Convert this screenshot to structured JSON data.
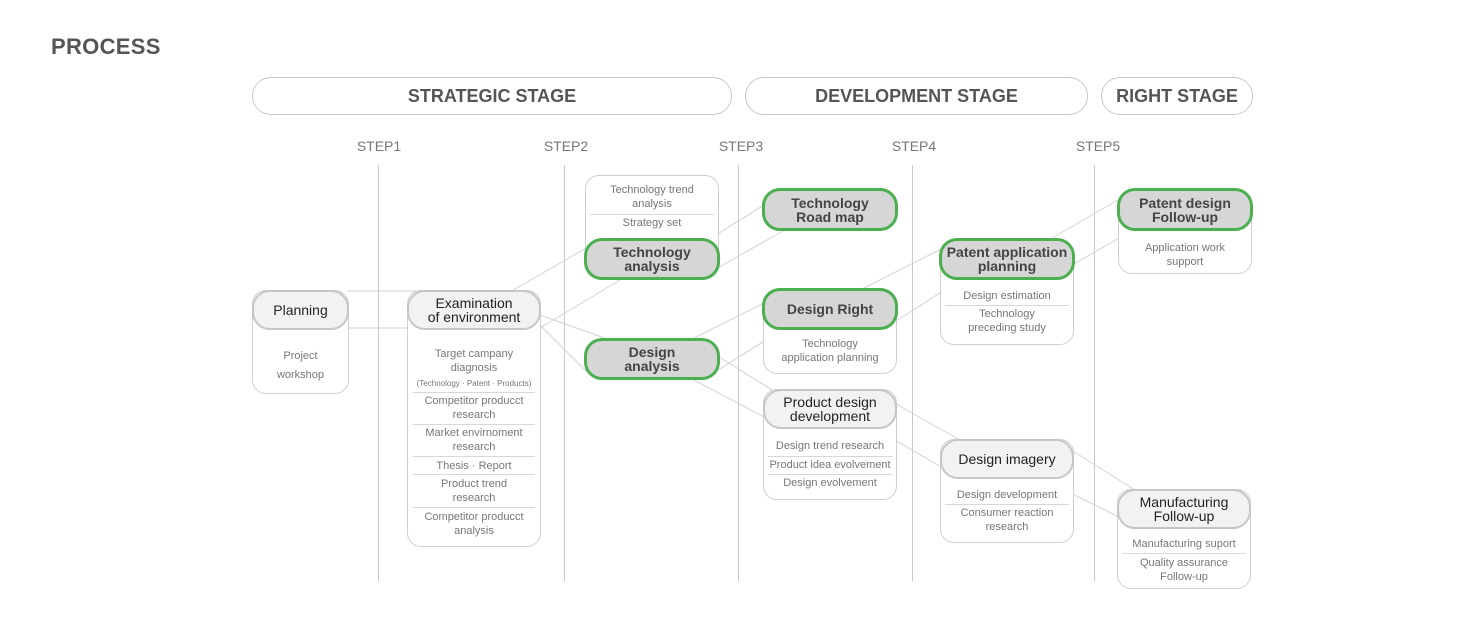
{
  "title": "PROCESS",
  "stages": [
    "STRATEGIC STAGE",
    "DEVELOPMENT STAGE",
    "RIGHT STAGE"
  ],
  "steps": [
    "STEP1",
    "STEP2",
    "STEP3",
    "STEP4",
    "STEP5"
  ],
  "nodes": {
    "planning": "Planning",
    "examination": [
      "Examination",
      "of environment"
    ],
    "tech_analysis": [
      "Technology",
      "analysis"
    ],
    "design_analysis": [
      "Design",
      "analysis"
    ],
    "tech_roadmap": [
      "Technology",
      "Road map"
    ],
    "design_right": "Design Right",
    "product_design": [
      "Product design",
      "development"
    ],
    "patent_app": [
      "Patent application",
      "planning"
    ],
    "design_imagery": "Design imagery",
    "patent_design": [
      "Patent design",
      "Follow-up"
    ],
    "manufacturing": [
      "Manufacturing",
      "Follow-up"
    ]
  },
  "details": {
    "planning": [
      "Project",
      "workshop"
    ],
    "examination": {
      "target": [
        "Target campany",
        "diagnosis"
      ],
      "target_note": "(Technology · Patent · Products)",
      "competitor1": [
        "Competitor producct",
        "research"
      ],
      "market": [
        "Market envirnoment",
        "research"
      ],
      "thesis": "Thesis · Report",
      "product_trend": [
        "Product trend",
        "research"
      ],
      "competitor2": [
        "Competitor producct",
        "analysis"
      ]
    },
    "tech_analysis": {
      "trend": [
        "Technology trend",
        "analysis"
      ],
      "strategy": "Strategy set"
    },
    "design_right": [
      "Technology",
      "application planning"
    ],
    "product_design": [
      "Design trend research",
      "Product idea evolvement",
      "Design evolvement"
    ],
    "patent_app": {
      "estimation": "Design estimation",
      "preceding": [
        "Technology",
        "preceding study"
      ]
    },
    "design_imagery": {
      "development": "Design development",
      "consumer": [
        "Consumer reaction",
        "research"
      ]
    },
    "patent_design": [
      "Application work",
      "support"
    ],
    "manufacturing": {
      "support": "Manufacturing suport",
      "quality": [
        "Quality assurance",
        "Follow-up"
      ]
    }
  }
}
